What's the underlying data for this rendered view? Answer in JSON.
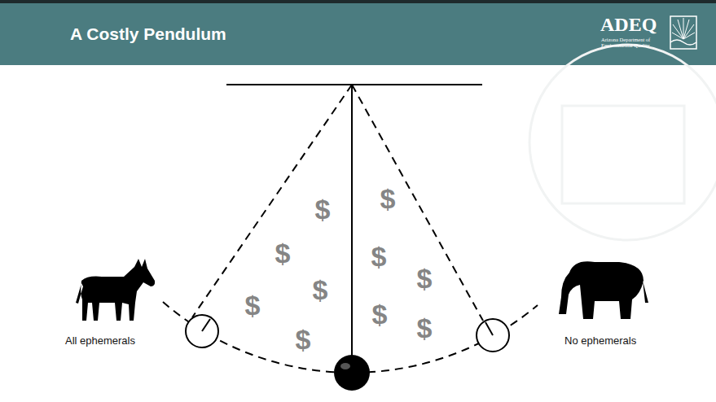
{
  "diagram": {
    "title": "A Costly Pendulum",
    "labels": [
      "ADEQ",
      "Arizona Department of Environmental Quality",
      "$",
      "$",
      "$",
      "$",
      "$",
      "$",
      "$",
      "$",
      "$",
      "$",
      "All ephemerals",
      "No ephemerals"
    ]
  }
}
